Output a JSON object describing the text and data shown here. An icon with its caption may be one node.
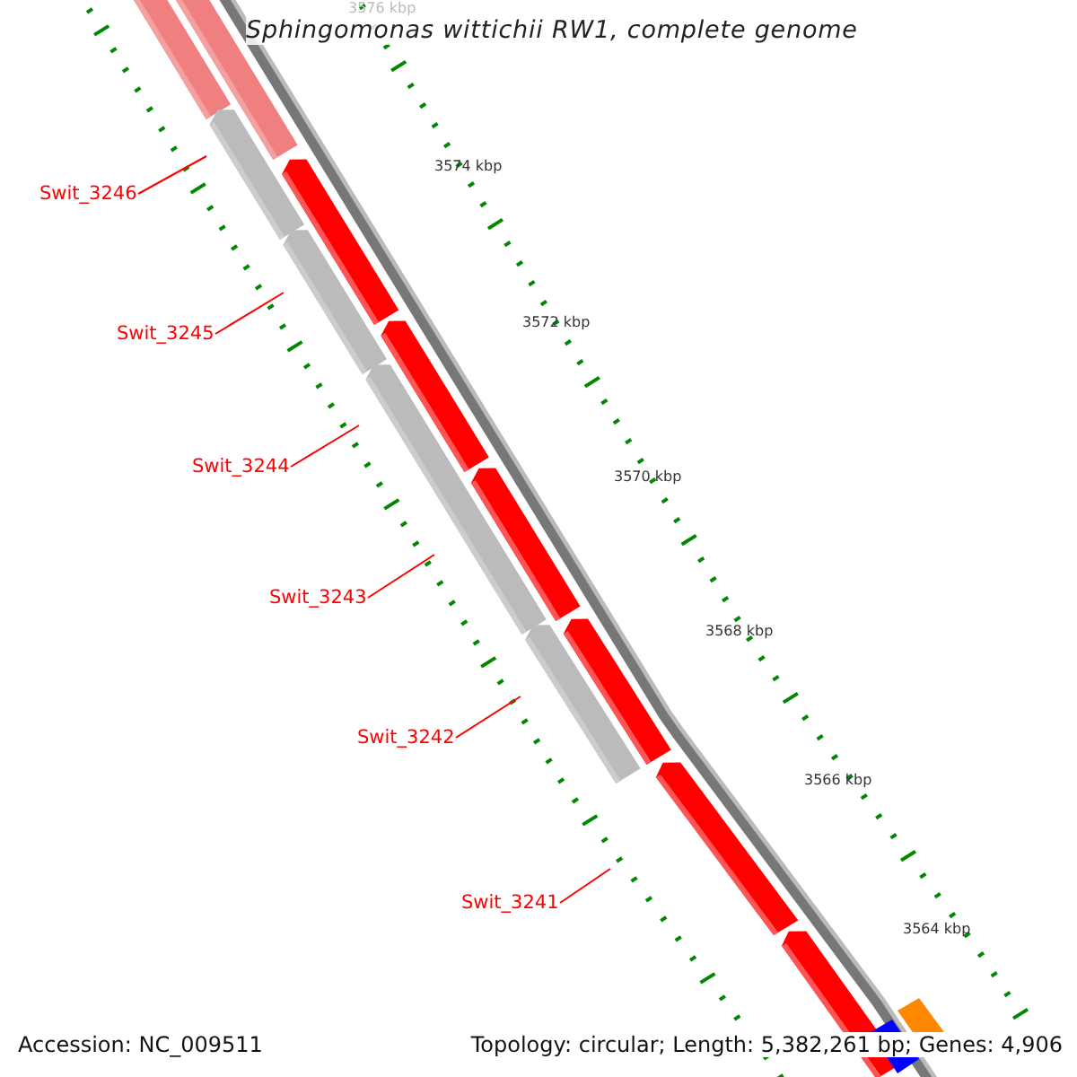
{
  "diagram": {
    "title": "Sphingomonas wittichii RW1, complete genome",
    "nodes": [
      {
        "text": [
          "Swit_3246"
        ]
      },
      {
        "text": [
          "Swit_3245"
        ]
      },
      {
        "text": [
          "Swit_3244"
        ]
      },
      {
        "text": [
          "Swit_3243"
        ]
      },
      {
        "text": [
          "Swit_3242"
        ]
      },
      {
        "text": [
          "Swit_3241"
        ]
      }
    ],
    "edges": [
      {
        "from": 0,
        "to": null,
        "arrow": "none"
      },
      {
        "from": 1,
        "to": null,
        "arrow": "none"
      },
      {
        "from": 2,
        "to": null,
        "arrow": "none"
      },
      {
        "from": 3,
        "to": null,
        "arrow": "none"
      },
      {
        "from": 4,
        "to": null,
        "arrow": "none"
      },
      {
        "from": 5,
        "to": null,
        "arrow": "none"
      }
    ],
    "labels": [
      "3576 kbp",
      "3574 kbp",
      "3572 kbp",
      "3570 kbp",
      "3568 kbp",
      "3566 kbp",
      "3564 kbp",
      "Accession: NC_009511",
      "Topology: circular; Length: 5,382,261 bp; Genes: 4,906"
    ]
  }
}
